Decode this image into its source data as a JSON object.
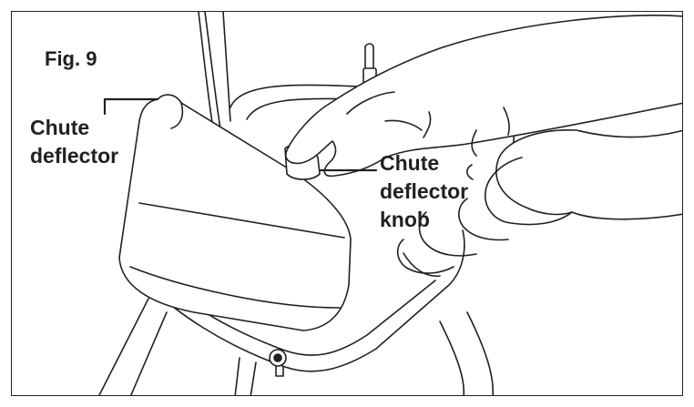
{
  "figure": {
    "title": "Fig. 9",
    "labels": {
      "chute_deflector": "Chute deflector",
      "chute_deflector_knob": "Chute deflector knob"
    },
    "icons": {
      "rotation_arrow": "curved-arrow-icon"
    },
    "colors": {
      "line": "#231f20",
      "background": "#ffffff"
    }
  }
}
